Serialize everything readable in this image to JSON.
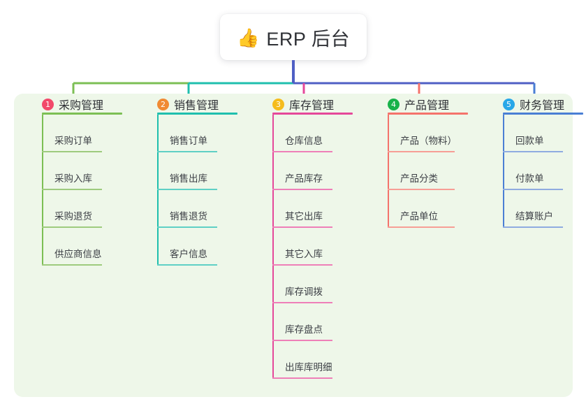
{
  "root": {
    "icon": "thumbs-up-icon",
    "icon_glyph": "👍",
    "title": "ERP 后台"
  },
  "panel": {
    "background_color": "#eef7e9"
  },
  "connector_colors": {
    "bus_left": "#7cbf54",
    "bus_right": "#4f5fc4",
    "stem": "#4f5fc4",
    "drop_1": "#7cbf54",
    "drop_2": "#1fbfae",
    "drop_3": "#e5489a",
    "drop_4": "#f4736b",
    "drop_5": "#4a7fd4"
  },
  "columns": [
    {
      "number": "1",
      "title": "采购管理",
      "badge_color": "#f2496a",
      "line_color": "#7cbf54",
      "leaf_line_color": "#9ecb7e",
      "head_rule_width": 115,
      "leaf_rule_width": 86,
      "items": [
        "采购订单",
        "采购入库",
        "采购退货",
        "供应商信息"
      ]
    },
    {
      "number": "2",
      "title": "销售管理",
      "badge_color": "#f08a33",
      "line_color": "#1fbfae",
      "leaf_line_color": "#5fd0c5",
      "head_rule_width": 115,
      "leaf_rule_width": 86,
      "items": [
        "销售订单",
        "销售出库",
        "销售退货",
        "客户信息"
      ]
    },
    {
      "number": "3",
      "title": "库存管理",
      "badge_color": "#f5bc1c",
      "line_color": "#e5489a",
      "leaf_line_color": "#ee7fb8",
      "head_rule_width": 115,
      "leaf_rule_width": 86,
      "items": [
        "仓库信息",
        "产品库存",
        "其它出库",
        "其它入库",
        "库存调拨",
        "库存盘点",
        "出库库明细"
      ]
    },
    {
      "number": "4",
      "title": "产品管理",
      "badge_color": "#18b24a",
      "line_color": "#f4736b",
      "leaf_line_color": "#f79e96",
      "head_rule_width": 115,
      "leaf_rule_width": 96,
      "items": [
        "产品（物料）",
        "产品分类",
        "产品单位"
      ]
    },
    {
      "number": "5",
      "title": "财务管理",
      "badge_color": "#28a7e8",
      "line_color": "#4a7fd4",
      "leaf_line_color": "#8fabe0",
      "head_rule_width": 115,
      "leaf_rule_width": 86,
      "items": [
        "回款单",
        "付款单",
        "结算账户"
      ]
    }
  ]
}
